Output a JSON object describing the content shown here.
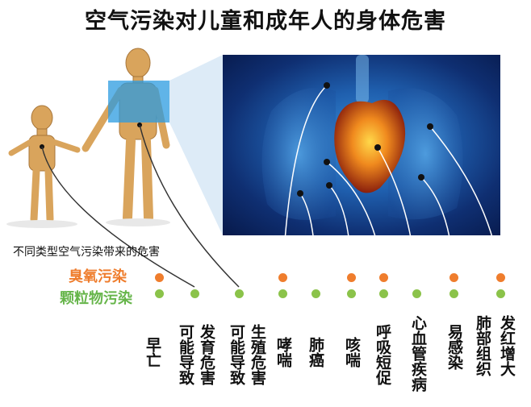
{
  "title": "空气污染对儿童和成年人的身体危害",
  "subtitle": "不同类型空气污染带来的危害",
  "legend": {
    "ozone": "臭氧污染",
    "particulate": "颗粒物污染"
  },
  "colors": {
    "ozone": "#ef7d2d",
    "particulate": "#8bc34a",
    "panel": "#1f5fae"
  },
  "effects": [
    {
      "label": "早亡",
      "ozone": false,
      "particulate": true
    },
    {
      "label": "可能导致",
      "ozone": false,
      "particulate": true
    },
    {
      "label": "发育危害",
      "ozone": false,
      "particulate": true
    },
    {
      "label": "可能导致",
      "ozone": false,
      "particulate": true
    },
    {
      "label": "生殖危害",
      "ozone": false,
      "particulate": true
    },
    {
      "label": "哮喘",
      "ozone": true,
      "particulate": true
    },
    {
      "label": "肺癌",
      "ozone": false,
      "particulate": true
    },
    {
      "label": "咳喘",
      "ozone": true,
      "particulate": true
    },
    {
      "label": "呼吸短促",
      "ozone": true,
      "particulate": true
    },
    {
      "label": "心血管疾病",
      "ozone": false,
      "particulate": true
    },
    {
      "label": "易感染",
      "ozone": true,
      "particulate": true
    },
    {
      "label": "肺部组织",
      "ozone": false,
      "particulate": false
    },
    {
      "label": "发红增大",
      "ozone": true,
      "particulate": true
    }
  ]
}
